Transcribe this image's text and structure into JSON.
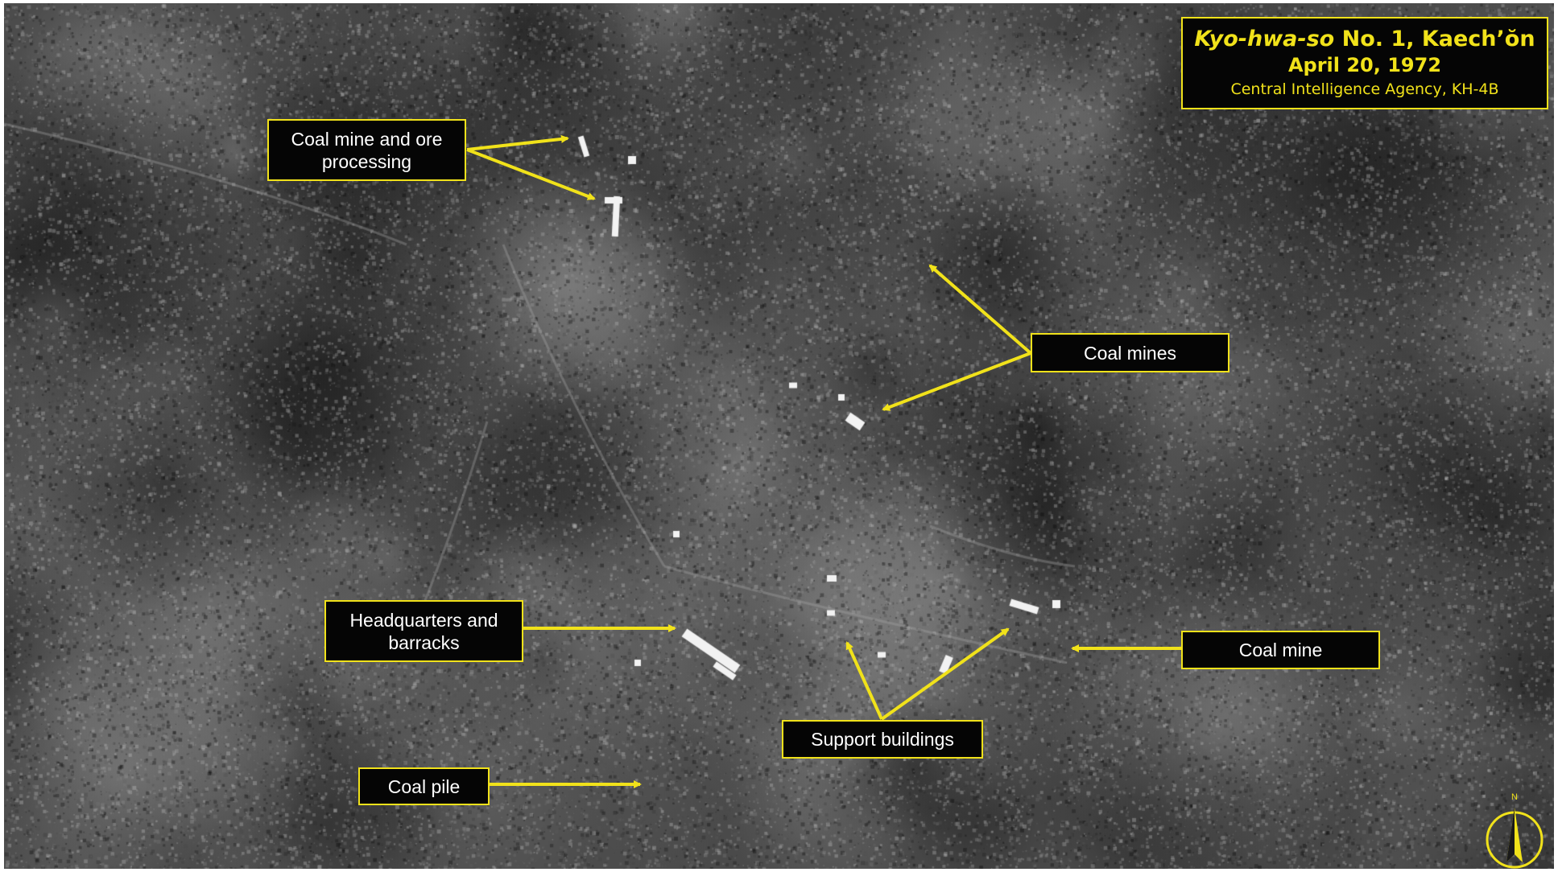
{
  "header": {
    "title_italic": "Kyo-hwa-so",
    "title_rest": " No. 1, Kaech’ŏn",
    "date": "April 20, 1972",
    "source": "Central Intelligence Agency, KH-4B"
  },
  "labels": {
    "coal_mine_ore_line1": "Coal mine and ore",
    "coal_mine_ore_line2": "processing",
    "coal_mines": "Coal mines",
    "hq_line1": "Headquarters and",
    "hq_line2": "barracks",
    "coal_mine": "Coal mine",
    "support_buildings": "Support buildings",
    "coal_pile": "Coal pile"
  },
  "compass": {
    "north_label": "N",
    "icon": "north-arrow-icon"
  },
  "colors": {
    "annotation": "#f1e21a",
    "box_bg": "#050505",
    "label_text": "#ffffff"
  }
}
